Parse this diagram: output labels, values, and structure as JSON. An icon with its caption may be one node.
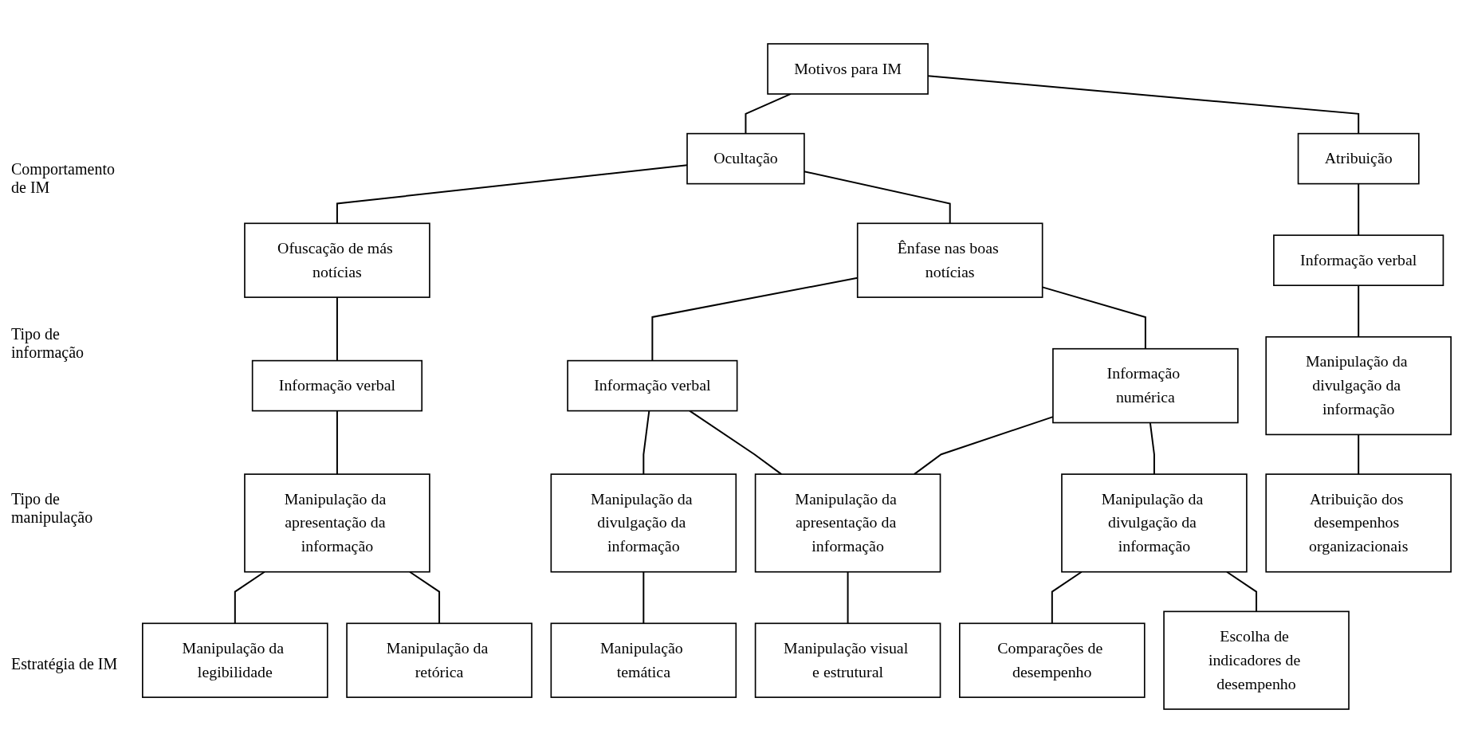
{
  "diagram": {
    "nodes": [
      {
        "text": [
          "Motivos para IM"
        ]
      },
      {
        "text": [
          "Ocultação"
        ]
      },
      {
        "text": [
          "Atribuição"
        ]
      },
      {
        "text": [
          "Ofuscação de más notícias"
        ]
      },
      {
        "text": [
          "Ênfase nas boas notícias"
        ]
      },
      {
        "text": [
          "Informação verbal"
        ]
      },
      {
        "text": [
          "Informação verbal"
        ]
      },
      {
        "text": [
          "Informação numérica"
        ]
      },
      {
        "text": [
          "Informação verbal"
        ]
      },
      {
        "text": [
          "Manipulação da apresentação da informação"
        ]
      },
      {
        "text": [
          "Manipulação da divulgação da informação"
        ]
      },
      {
        "text": [
          "Manipulação da apresentação da informação"
        ]
      },
      {
        "text": [
          "Manipulação da divulgação da informação"
        ]
      },
      {
        "text": [
          "Manipulação da divulgação da informação"
        ]
      },
      {
        "text": [
          "Manipulação da legibilidade"
        ]
      },
      {
        "text": [
          "Manipulação da retórica"
        ]
      },
      {
        "text": [
          "Manipulação temática"
        ]
      },
      {
        "text": [
          "Manipulação visual e estrutural"
        ]
      },
      {
        "text": [
          "Comparações de desempenho"
        ]
      },
      {
        "text": [
          "Escolha de indicadores de desempenho"
        ]
      },
      {
        "text": [
          "Atribuição dos desempenhos organizacionais"
        ]
      }
    ],
    "edges": [
      {
        "from": 0,
        "to": 1,
        "arrow": "none"
      },
      {
        "from": 0,
        "to": 2,
        "arrow": "none"
      },
      {
        "from": 1,
        "to": 3,
        "arrow": "none"
      },
      {
        "from": 1,
        "to": 4,
        "arrow": "none"
      },
      {
        "from": 3,
        "to": 5,
        "arrow": "none"
      },
      {
        "from": 4,
        "to": 6,
        "arrow": "none"
      },
      {
        "from": 4,
        "to": 7,
        "arrow": "none"
      },
      {
        "from": 2,
        "to": 8,
        "arrow": "none"
      },
      {
        "from": 5,
        "to": 9,
        "arrow": "none"
      },
      {
        "from": 6,
        "to": 10,
        "arrow": "none"
      },
      {
        "from": 6,
        "to": 11,
        "arrow": "none"
      },
      {
        "from": 7,
        "to": 11,
        "arrow": "none"
      },
      {
        "from": 7,
        "to": 12,
        "arrow": "none"
      },
      {
        "from": 8,
        "to": 13,
        "arrow": "none"
      },
      {
        "from": 9,
        "to": 14,
        "arrow": "none"
      },
      {
        "from": 9,
        "to": 15,
        "arrow": "none"
      },
      {
        "from": 10,
        "to": 16,
        "arrow": "none"
      },
      {
        "from": 11,
        "to": 17,
        "arrow": "none"
      },
      {
        "from": 12,
        "to": 18,
        "arrow": "none"
      },
      {
        "from": 12,
        "to": 19,
        "arrow": "none"
      },
      {
        "from": 13,
        "to": 20,
        "arrow": "none"
      }
    ],
    "labels": [
      "Comportamento de IM",
      "Tipo de informação",
      "Tipo de manipulação",
      "Estratégia de IM"
    ]
  }
}
